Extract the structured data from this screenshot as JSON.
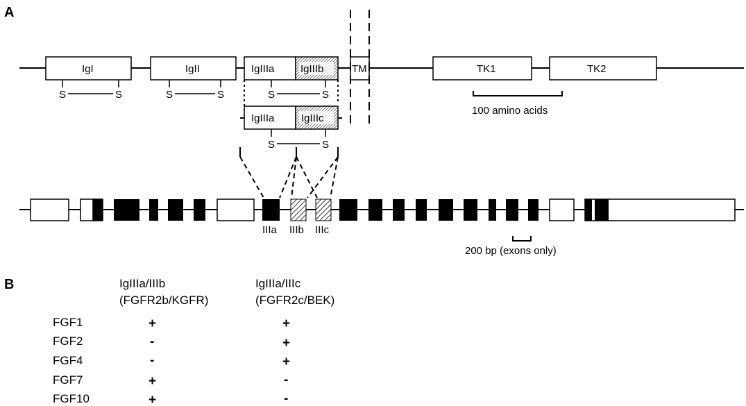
{
  "panel_a": {
    "label": "A",
    "protein_domains": {
      "igI": "IgI",
      "igII": "IgII",
      "igIIIa_top": "IgIIIa",
      "igIIIb": "IgIIIb",
      "tm": "TM",
      "tk1": "TK1",
      "tk2": "TK2",
      "igIIIa_bottom": "IgIIIa",
      "igIIIc": "IgIIIc"
    },
    "disulfide_label": "S",
    "scale_protein": "100 amino acids",
    "exon_labels": {
      "IIIa": "IIIa",
      "IIIb": "IIIb",
      "IIIc": "IIIc"
    },
    "scale_gene": "200 bp (exons only)"
  },
  "panel_b": {
    "label": "B",
    "columns": [
      {
        "line1": "IgIIIa/IIIb",
        "line2": "(FGFR2b/KGFR)"
      },
      {
        "line1": "IgIIIa/IIIc",
        "line2": "(FGFR2c/BEK)"
      }
    ],
    "rows": [
      {
        "ligand": "FGF1",
        "b": "+",
        "c": "+"
      },
      {
        "ligand": "FGF2",
        "b": "-",
        "c": "+"
      },
      {
        "ligand": "FGF4",
        "b": "-",
        "c": "+"
      },
      {
        "ligand": "FGF7",
        "b": "+",
        "c": "-"
      },
      {
        "ligand": "FGF10",
        "b": "+",
        "c": "-"
      }
    ]
  },
  "colors": {
    "ink": "#000000",
    "background": "#ffffff"
  }
}
